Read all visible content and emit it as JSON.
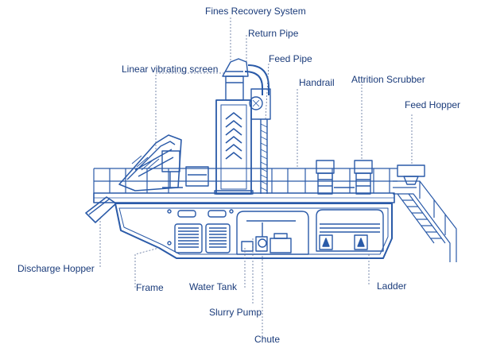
{
  "colors": {
    "line": "#2a5aa8",
    "dark": "#1f4a94",
    "leader": "#5a6f9a",
    "text": "#1a3b7a"
  },
  "labels": {
    "fines_recovery": "Fines Recovery System",
    "return_pipe": "Return Pipe",
    "feed_pipe": "Feed Pipe",
    "linear_screen": "Linear vibrating screen",
    "handrail": "Handrail",
    "attrition_scrubber": "Attrition Scrubber",
    "feed_hopper": "Feed Hopper",
    "discharge_hopper": "Discharge Hopper",
    "frame": "Frame",
    "water_tank": "Water Tank",
    "ladder": "Ladder",
    "slurry_pump": "Slurry Pump",
    "chute": "Chute"
  }
}
